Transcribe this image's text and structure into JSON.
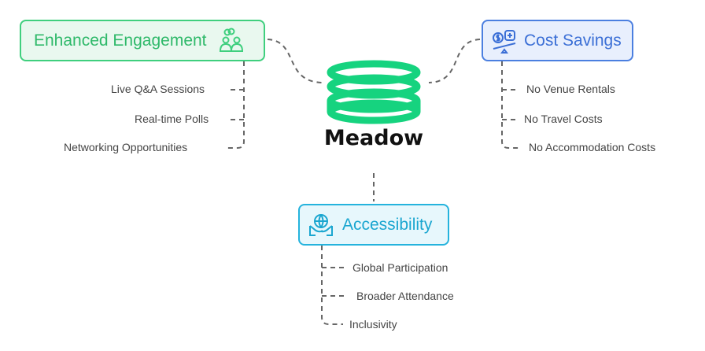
{
  "center": {
    "brand": "Meadow",
    "brand_color": "#16d37f"
  },
  "branches": {
    "engagement": {
      "title": "Enhanced Engagement",
      "icon": "people-group-icon",
      "color": "#3fcf7e",
      "items": [
        "Live Q&A Sessions",
        "Real-time Polls",
        "Networking Opportunities"
      ]
    },
    "cost": {
      "title": "Cost Savings",
      "icon": "money-scale-icon",
      "color": "#4b7fe0",
      "items": [
        "No Venue Rentals",
        "No Travel Costs",
        "No Accommodation Costs"
      ]
    },
    "accessibility": {
      "title": "Accessibility",
      "icon": "globe-hands-icon",
      "color": "#25b3dd",
      "items": [
        "Global Participation",
        "Broader Attendance",
        "Inclusivity"
      ]
    }
  }
}
